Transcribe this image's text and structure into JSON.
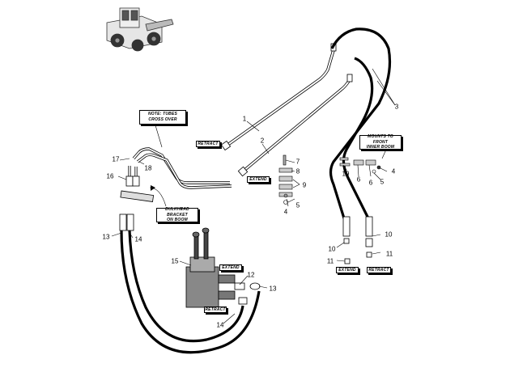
{
  "notes": {
    "tubes_cross_over": [
      "NOTE: TUBES",
      "CROSS OVER"
    ],
    "bulkhead_bracket": [
      "BULKHEAD BRACKET",
      "ON BOOM"
    ],
    "mounts_to_front": [
      "MOUNTS TO FRONT",
      "INNER BOOM"
    ]
  },
  "tags": {
    "retract_tube": "RETRACT",
    "extend_tube": "EXTEND",
    "extend_valve": "EXTEND",
    "retract_valve": "RETRACT",
    "extend_hose": "EXTEND",
    "retract_hose": "RETRACT"
  },
  "callouts": {
    "c1": "1",
    "c2": "2",
    "c3": "3",
    "c7": "7",
    "c8": "8",
    "c9": "9",
    "c5a": "5",
    "c4a": "4",
    "c17": "17",
    "c18": "18",
    "c16": "16",
    "c13a": "13",
    "c14a": "14",
    "c15": "15",
    "c12": "12",
    "c13b": "13",
    "c14b": "14",
    "c19": "19",
    "c6a": "6",
    "c6b": "6",
    "c5b": "5",
    "c4b": "4",
    "c10a": "10",
    "c11a": "11",
    "c10b": "10",
    "c11b": "11"
  },
  "icons": {
    "machine": "telehandler-icon",
    "valve": "control-valve-icon"
  }
}
